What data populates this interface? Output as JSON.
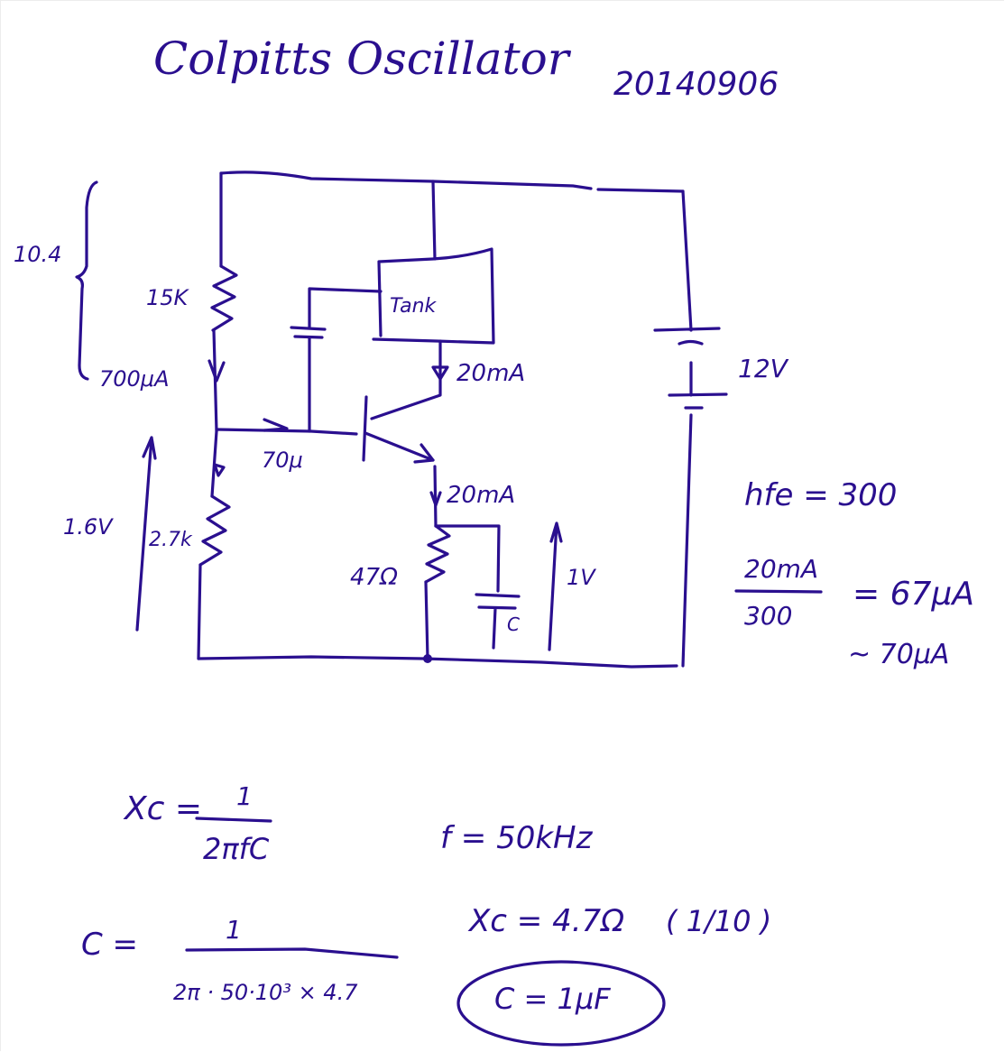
{
  "page": {
    "title": "Colpitts Oscillator",
    "date": "20140906",
    "ink_color": "#2a0f8f",
    "background": "#ffffff"
  },
  "circuit": {
    "components": {
      "r_top": {
        "label": "15K"
      },
      "r_bottom": {
        "label": "2.7k"
      },
      "r_emitter": {
        "label": "47Ω"
      },
      "tank": {
        "label": "Tank"
      },
      "battery": {
        "label": "12V"
      },
      "emitter_cap": {
        "label": "C"
      }
    },
    "annotations": {
      "bracket_voltage": "10.4",
      "divider_current": "700μA",
      "base_current": "70μ",
      "base_voltage": "1.6V",
      "collector_current": "20mA",
      "emitter_current": "20mA",
      "emitter_voltage": "1V"
    }
  },
  "calculations": {
    "hfe": "hfe = 300",
    "ib_numerator": "20mA",
    "ib_denominator": "300",
    "ib_result": "= 67μA",
    "ib_approx": "~ 70μA",
    "xc_lhs": "Xc =",
    "xc_numerator": "1",
    "xc_denominator": "2πfC",
    "freq": "f = 50kHz",
    "c_lhs": "C =",
    "c_numerator": "1",
    "c_denominator": "2π · 50·10³ × 4.7",
    "xc_value": "Xc = 4.7Ω",
    "xc_fraction": "( 1/10 )",
    "c_result": "C = 1μF"
  }
}
